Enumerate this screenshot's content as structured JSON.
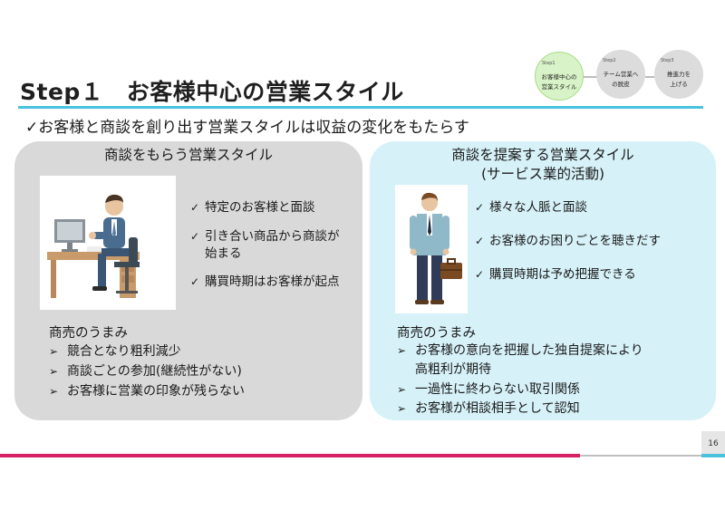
{
  "header": {
    "title": "Step１　お客様中心の営業スタイル"
  },
  "steps": [
    {
      "num": "Step1",
      "label_line1": "お客様中心の",
      "label_line2": "営業スタイル"
    },
    {
      "num": "Step2",
      "label_line1": "チーム営業へ",
      "label_line2": "の脱皮"
    },
    {
      "num": "Step3",
      "label_line1": "推進力を",
      "label_line2": "上げる"
    }
  ],
  "subtitle": "✓お客様と商談を創り出す営業スタイルは収益の変化をもたらす",
  "left_panel": {
    "heading": "商談をもらう営業スタイル",
    "checks": [
      "特定のお客様と面談",
      "引き合い商品から商談が",
      "始まる",
      "購買時期はお客様が起点"
    ],
    "merit_title": "商売のうまみ",
    "merits": [
      "競合となり粗利減少",
      "商談ごとの参加(継続性がない)",
      "お客様に営業の印象が残らない"
    ]
  },
  "right_panel": {
    "heading_line1": "商談を提案する営業スタイル",
    "heading_line2": "(サービス業的活動)",
    "checks": [
      "様々な人脈と面談",
      "お客様のお困りごとを聴きだす",
      "購買時期は予め把握できる"
    ],
    "merit_title": "商売のうまみ",
    "merits": [
      "お客様の意向を把握した独自提案により",
      "高粗利が期待",
      "一過性に終わらない取引関係",
      "お客様が相談相手として認知"
    ]
  },
  "footer": {
    "page_number": "16"
  },
  "colors": {
    "accent_cyan": "#49c2dd",
    "accent_red": "#d71f63",
    "left_panel_bg": "#d9d9d9",
    "right_panel_bg": "#d6f1f8",
    "step_active": "#d8f3c7",
    "step_inactive": "#dcdcdc"
  },
  "icons": {
    "check": "check-mark-icon",
    "arrow": "arrowhead-bullet-icon"
  }
}
